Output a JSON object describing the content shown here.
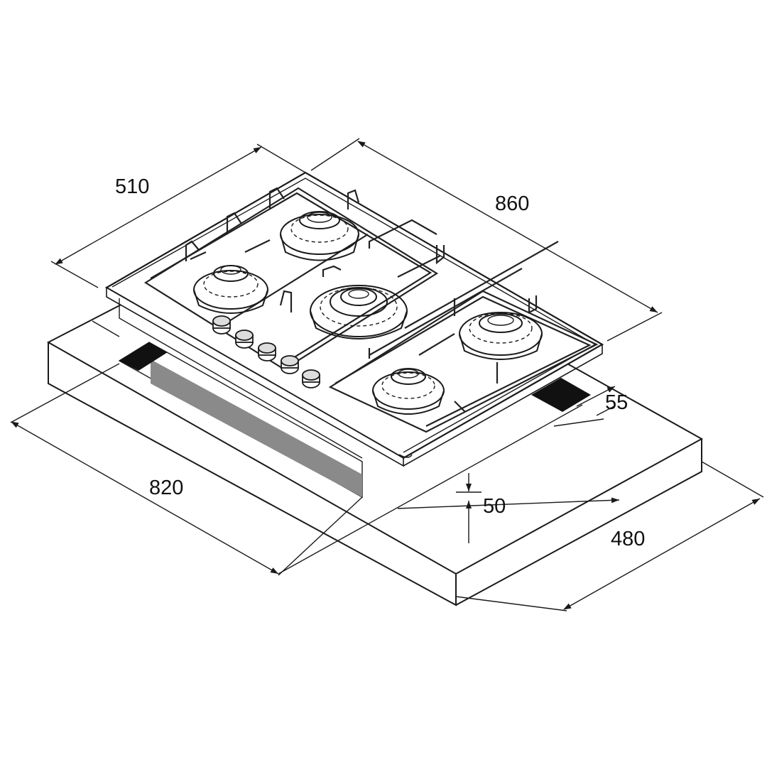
{
  "dimensions": {
    "width_label": "510",
    "length_label": "860",
    "cutout_length_label": "820",
    "cutout_depth_label": "480",
    "clearance_label": "55",
    "height_label": "50"
  },
  "colors": {
    "line": "#1a1a1a",
    "cutout_dark": "#111111",
    "cutout_gray": "#8a8a8a",
    "background": "#ffffff"
  },
  "icons": {
    "burner": "gas-burner-icon",
    "knob": "control-knob-icon",
    "arrow": "dimension-arrow-icon"
  }
}
